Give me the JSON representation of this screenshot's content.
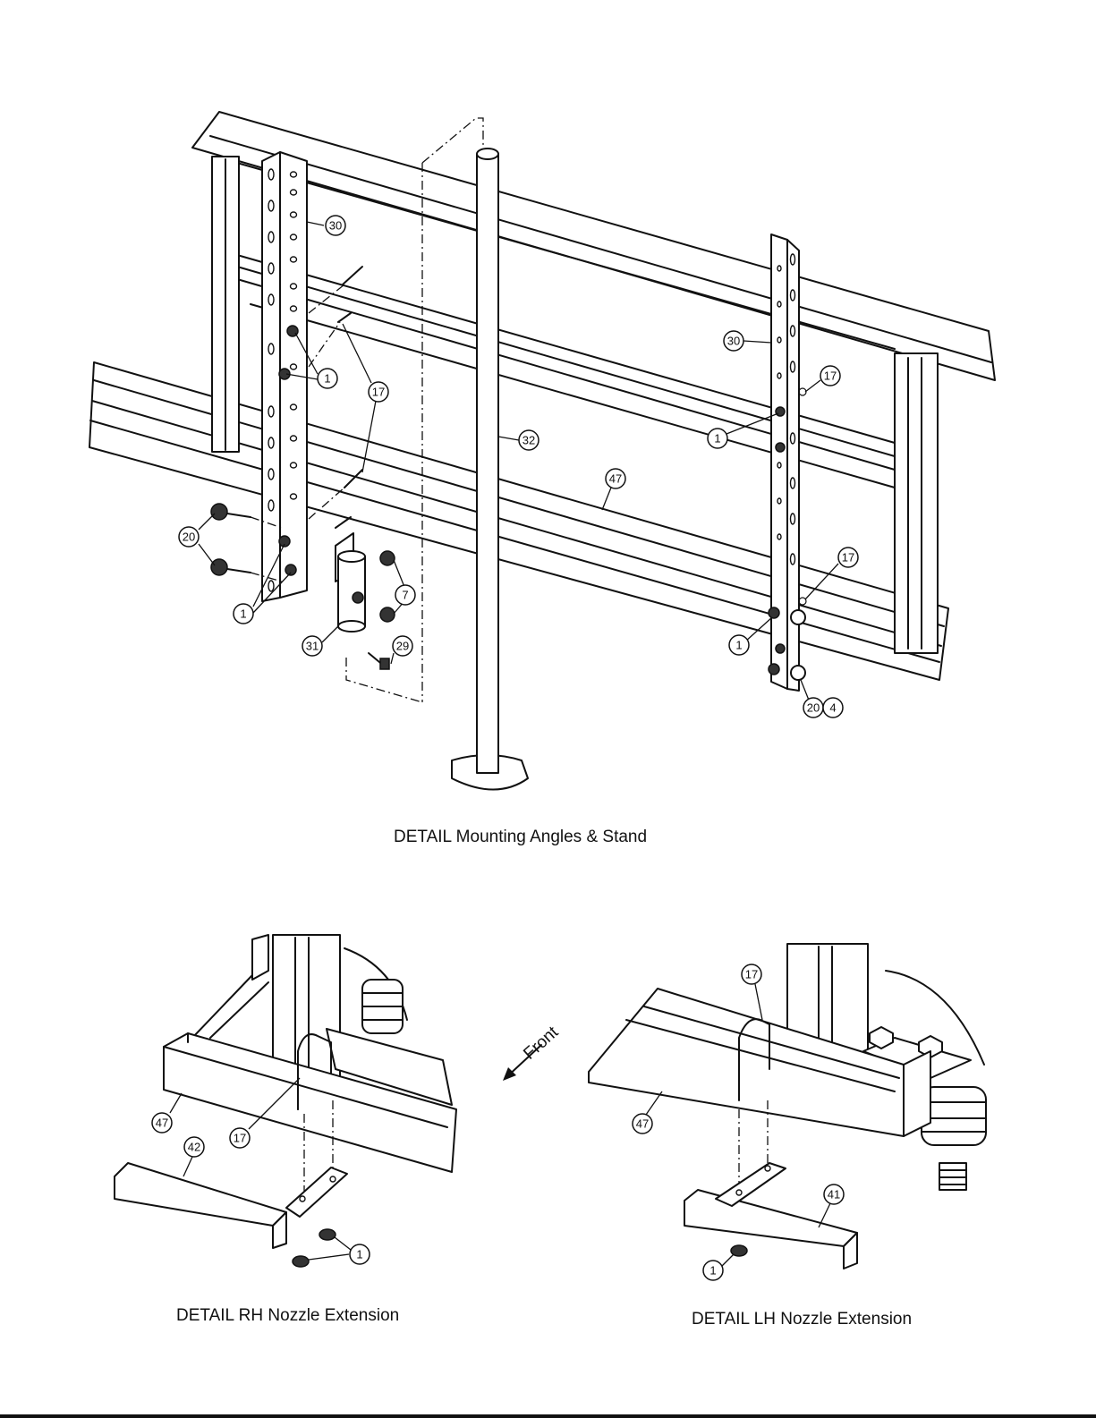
{
  "figure": {
    "captions": {
      "main": "DETAIL Mounting Angles & Stand",
      "rh": "DETAIL RH Nozzle Extension",
      "lh": "DETAIL LH Nozzle Extension"
    },
    "front_label": "Front",
    "callouts": {
      "main": [
        "30",
        "1",
        "17",
        "32",
        "47",
        "20",
        "7",
        "31",
        "29",
        "30",
        "17",
        "1",
        "17",
        "1",
        "20",
        "4"
      ],
      "rh": [
        "47",
        "17",
        "42",
        "1"
      ],
      "lh": [
        "17",
        "47",
        "41",
        "1"
      ]
    },
    "line_color": "#111111",
    "background": "#ffffff"
  }
}
